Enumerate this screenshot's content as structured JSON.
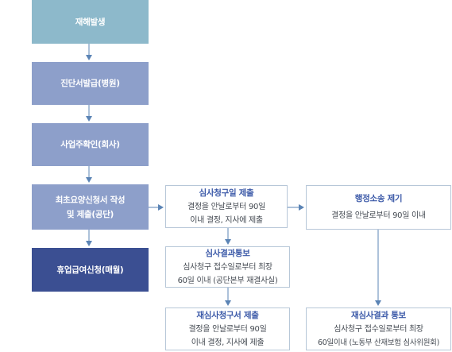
{
  "left_steps": [
    {
      "label_lines": [
        "재해발생"
      ]
    },
    {
      "label_lines": [
        "진단서발급(병원)"
      ]
    },
    {
      "label_lines": [
        "사업주확인(회사)"
      ]
    },
    {
      "label_lines": [
        "최초요양신청서 작성",
        "및 제출(공단)"
      ]
    },
    {
      "label_lines": [
        "휴업급여신청(매월)"
      ]
    }
  ],
  "boxes": {
    "review_request": {
      "title": "심사청구일 제출",
      "desc_lines": [
        "결정을 안날로부터 90일",
        "이내 결정, 지사에 제출"
      ]
    },
    "review_result": {
      "title": "심사결과통보",
      "desc_lines": [
        "심사청구 접수일로부터 최장",
        "60일 이내 (공단본부 재결사실)"
      ]
    },
    "rereview_request": {
      "title": "재심사청구서 제출",
      "desc_lines": [
        "결정을 안날로부터 90일",
        "이내 결정, 지사에 제출"
      ]
    },
    "admin_litigation": {
      "title": "행정소송 제기",
      "desc_lines": [
        "결정을 안날로부터 90일 이내"
      ]
    },
    "rereview_result": {
      "title": "재심사결과 통보",
      "desc_lines": [
        "심사청구 접수일로부터 최장",
        "60일이내 (노동부 산재보험 심사위원회)"
      ]
    }
  },
  "colors": {
    "step1": "#8db9cb",
    "step2": "#8d9fca",
    "step3": "#8d9fca",
    "step4": "#8d9fca",
    "step5": "#3b4f92",
    "connector": "#5b84b5",
    "box_border": "#b7c7d8",
    "box_title": "#3b59a8"
  }
}
